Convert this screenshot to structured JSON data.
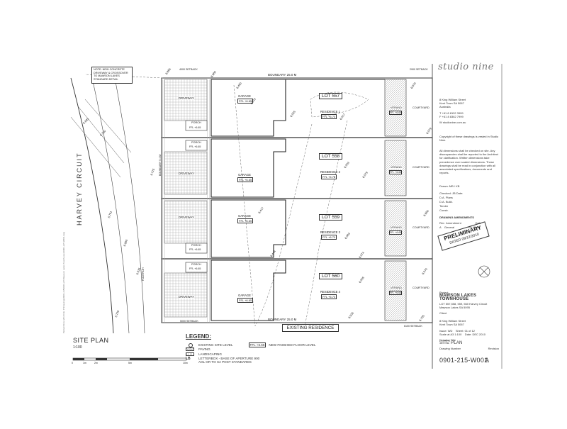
{
  "logo": "studio nine",
  "note": "NOTE: NEW CONCRETE DRIVEWAY & CROSSOVER TO MAWSON LAKES STANDARD DETAIL",
  "street": "HARVEY CIRCUIT",
  "boundary_top": "BOUNDARY 25.0 M",
  "boundary_bottom": "BOUNDARY 25.0 M",
  "existing_residence": "EXISTING RESIDENCE",
  "lots": [
    {
      "lot": "LOT 557",
      "residence": "RESIDENCE 1",
      "ffl": "FFL +6.70",
      "garage_ffl": "FFL +6.65",
      "verandah_ffl": "FFL +6.65"
    },
    {
      "lot": "LOT 558",
      "residence": "RESIDENCE 2",
      "ffl": "FFL +6.70",
      "garage_ffl": "FFL +6.65",
      "verandah_ffl": "FFL +6.65"
    },
    {
      "lot": "LOT 559",
      "residence": "RESIDENCE 3",
      "ffl": "FFL +6.70",
      "garage_ffl": "FFL +6.65",
      "verandah_ffl": "FFL +6.65"
    },
    {
      "lot": "LOT 560",
      "residence": "RESIDENCE 4",
      "ffl": "FFL +6.70",
      "garage_ffl": "FFL +6.65",
      "verandah_ffl": "FFL +6.65"
    }
  ],
  "labels": {
    "garage": "GARAGE",
    "driveway": "DRIVEWAY",
    "porch": "PORCH",
    "verandah": "VERAND.",
    "courtyard": "COURTYARD",
    "footpath": "FOOTPATH",
    "boundary_side": "BOUNDARY 5.4 M",
    "setback_front": "4000 SETBACK",
    "setback_rear": "2900 SETBACK",
    "setback_bottom": "5000 SETBACK",
    "setback_rear2": "6100 SETBACK",
    "porch_ffl": "FFL +6.65"
  },
  "spot_levels": [
    "6.480",
    "6.512",
    "6.525",
    "6.517",
    "6.553",
    "6.579",
    "6.417",
    "6.444",
    "6.583",
    "6.574",
    "6.526",
    "6.555",
    "6.579",
    "6.650",
    "6.570",
    "6.755",
    "6.865",
    "6.715",
    "6.680",
    "6.791",
    "6.750",
    "6.693",
    "6.735",
    "6.635",
    "6.685",
    "6.670"
  ],
  "site_plan": {
    "title": "SITE PLAN",
    "scale": "1:100",
    "scale_ticks": [
      "0",
      "1m",
      "2m",
      "5m",
      "10m"
    ]
  },
  "legend": {
    "title": "LEGEND:",
    "items": [
      {
        "symbol": "level",
        "text": "EXISTING SITE LEVEL"
      },
      {
        "symbol": "paving",
        "text": "PAVING"
      },
      {
        "symbol": "landscaping",
        "text": "LANDSCAPING"
      },
      {
        "symbol": "lb",
        "text": "LETTERBOX - BASE OF APERTURE 900 AGL OR TO SA POST STANDARDS"
      }
    ],
    "ffl_tag": "FFL +6.65",
    "ffl_text": "NEW FINISHED FLOOR LEVEL"
  },
  "title_block": {
    "address": [
      "8 King William Street",
      "Kent Town SA 5067",
      "Australia",
      "T +61 8 8132 3999",
      "F +61 8 8362 7999",
      "W studionine.com.au"
    ],
    "copyright": "Copyright of these drawings is vested in Studio Nine.",
    "dims_note": "All dimensions shall be checked on site. Any discrepancies shall be reported to the Architect for clarification. Written dimensions take precedence over scaled dimensions. These drawings shall be read in conjunction with all associated specifications, documents and reports.",
    "drawn": "Drawn: MB / KB",
    "checked": "Checked: JB   Date:",
    "da_plans": "D.A. Plans",
    "da_build": "D.A. Build.",
    "tender": "Tender",
    "constr": "Constr.",
    "amendments_hdr": "DRAWING AMENDMENTS",
    "amend_cols": "Rev  Amendment                  Date",
    "amend_row": "A    General                  09.12.10",
    "stamp_main": "PRELIMINARY",
    "stamp_sub": "DATED 09/12/2010",
    "project_label": "Project",
    "project_name": "MAWSON LAKES TOWNHOUSE",
    "project_addr": "LOT 557,558, 559, 560 Harvey Circuit",
    "project_suburb": "Mawson Lakes SA 5095",
    "client_label": "Client",
    "client_addr": "8 King William Street",
    "client_suburb": "Kent Town SA 5067",
    "issue": "Issue: WD    Sheet: 01 of 12",
    "scale_row": "Scale at A3 1:100    Date: DEC 2010",
    "drawing_title_label": "Drawing Title",
    "drawing_title": "SITE PLAN",
    "drawing_number_label": "Drawing Number",
    "revision_label": "Revision",
    "drawing_number": "0901-215-W001",
    "revision": "A"
  },
  "side_text": "Plotted:09-12-2010 File: P:\\Drawings\\0901-215\\0901-215 Mawson Lakes Townhouses\\0901-215 W001.dwg"
}
